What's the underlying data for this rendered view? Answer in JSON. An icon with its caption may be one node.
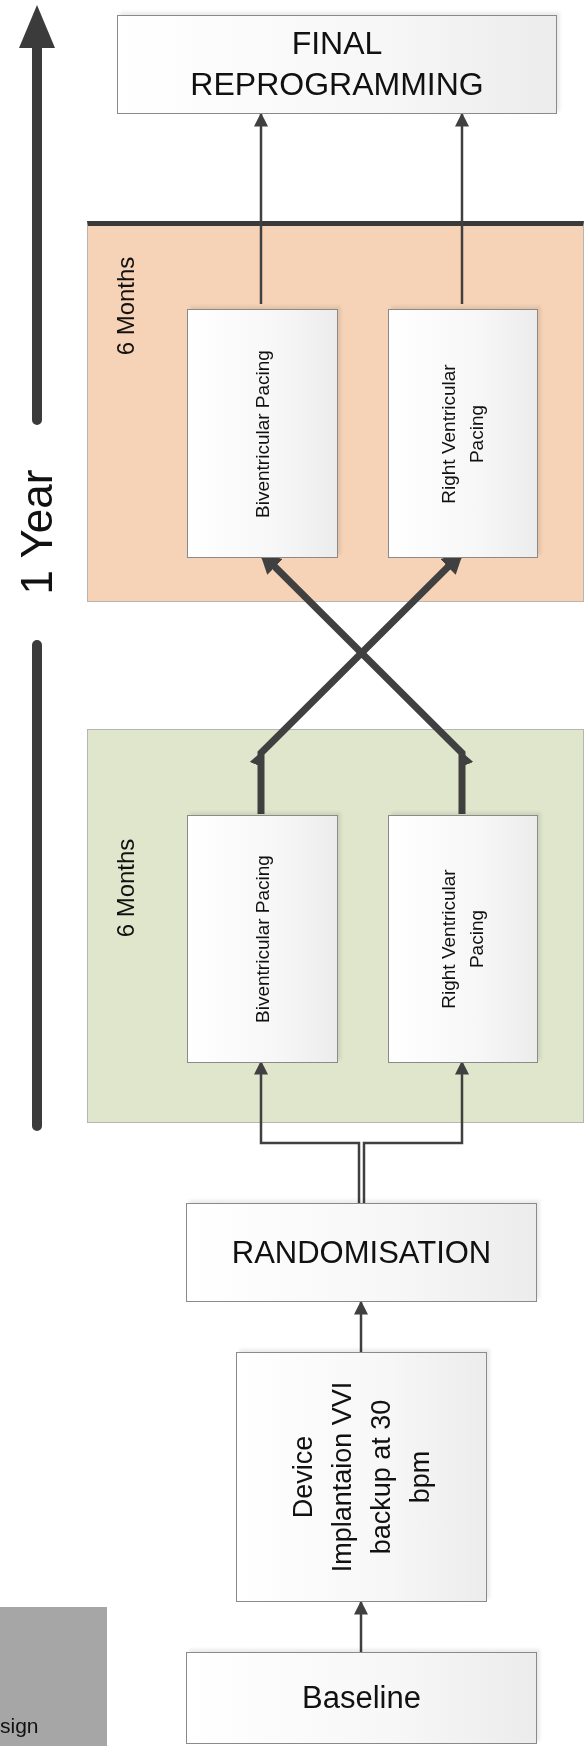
{
  "diagram": {
    "nodes": [
      {
        "text": [
          "FINAL REPROGRAMMING"
        ]
      },
      {
        "text": [
          "6 Months"
        ]
      },
      {
        "text": [
          "Biventricular Pacing"
        ],
        "in": 1
      },
      {
        "text": [
          "Right Ventricular Pacing"
        ],
        "in": 1
      },
      {
        "text": [
          "6 Months"
        ]
      },
      {
        "text": [
          "Biventricular Pacing"
        ],
        "in": 4
      },
      {
        "text": [
          "Right Ventricular Pacing"
        ],
        "in": 4
      },
      {
        "text": [
          "RANDOMISATION"
        ]
      },
      {
        "text": [
          "Device Implantaion VVI backup at 30 bpm"
        ]
      },
      {
        "text": [
          "Baseline"
        ]
      },
      {
        "text": [
          "sign"
        ]
      }
    ],
    "edges": [
      {
        "from": 9,
        "to": 8,
        "arrow": "to"
      },
      {
        "from": 8,
        "to": 7,
        "arrow": "to"
      },
      {
        "from": 7,
        "to": 5,
        "arrow": "to"
      },
      {
        "from": 7,
        "to": 6,
        "arrow": "to"
      },
      {
        "from": 5,
        "to": 3,
        "arrow": "to",
        "style": "thick"
      },
      {
        "from": 6,
        "to": 2,
        "arrow": "to",
        "style": "thick"
      },
      {
        "from": 2,
        "to": 0,
        "arrow": "to"
      },
      {
        "from": 3,
        "to": 0,
        "arrow": "to"
      }
    ],
    "labels": [
      "1 Year"
    ]
  }
}
